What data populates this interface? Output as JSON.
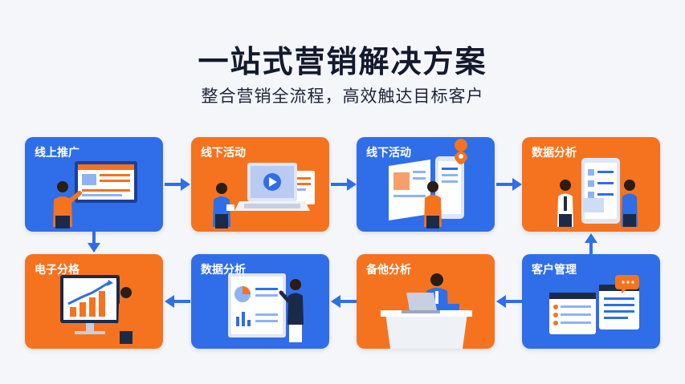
{
  "title": "一站式营销解决方案",
  "subtitle": "整合营销全流程，高效触达目标客户",
  "steps": {
    "s1": {
      "label": "线上推广"
    },
    "s2": {
      "label": "线下活动"
    },
    "s3": {
      "label": "线下活动"
    },
    "s4": {
      "label": "数据分析"
    },
    "s5": {
      "label": "客户管理"
    },
    "s6": {
      "label": "备他分析"
    },
    "s7": {
      "label": "数据分析"
    },
    "s8": {
      "label": "电子分格"
    }
  },
  "colors": {
    "blue": "#2f6ee8",
    "orange": "#f5731e",
    "arrow": "#2f6ee8"
  },
  "icons": {
    "s1": "presentation-screen-icon",
    "s2": "laptop-video-icon",
    "s3": "mobile-map-pin-icon",
    "s4": "phone-documents-icon",
    "s5": "chat-forms-icon",
    "s6": "desk-laptop-icon",
    "s7": "report-board-icon",
    "s8": "growth-chart-monitor-icon"
  }
}
